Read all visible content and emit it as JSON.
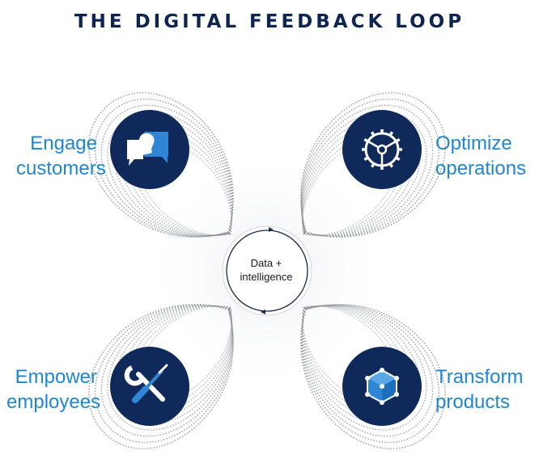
{
  "title": "THE DIGITAL FEEDBACK LOOP",
  "center": {
    "line1": "Data +",
    "line2": "intelligence"
  },
  "nodes": [
    {
      "line1": "Engage",
      "line2": "customers",
      "icon": "chat-bubbles-icon"
    },
    {
      "line1": "Optimize",
      "line2": "operations",
      "icon": "steering-wheel-icon"
    },
    {
      "line1": "Empower",
      "line2": "employees",
      "icon": "wrench-screwdriver-icon"
    },
    {
      "line1": "Transform",
      "line2": "products",
      "icon": "cube-icon"
    }
  ],
  "colors": {
    "title": "#0e2552",
    "node_fill": "#0f2a5a",
    "label": "#1f86d1",
    "dots": "#8a8f97",
    "icon_accent": "#2f86d6"
  }
}
